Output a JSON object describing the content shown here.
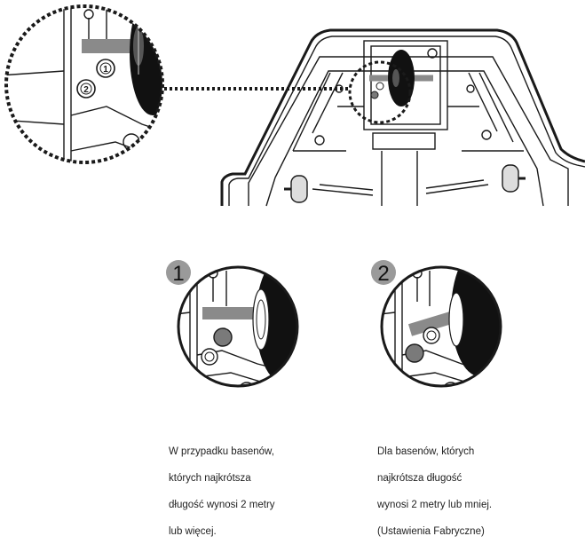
{
  "options": [
    {
      "number": "1",
      "caption_lines": [
        "W przypadku basenów,",
        "których najkrótsza",
        "długość wynosi 2 metry",
        "lub więcej."
      ]
    },
    {
      "number": "2",
      "caption_lines": [
        "Dla basenów, których",
        "najkrótsza długość",
        "wynosi 2 metry lub mniej.",
        "(Ustawienia Fabryczne)"
      ]
    }
  ],
  "callout_labels": [
    "1",
    "2"
  ],
  "colors": {
    "line": "#1a1a1a",
    "wheel": "#111111",
    "axle": "#8a8a8a",
    "badge": "#9a9a9a",
    "peg": "#7a7a7a",
    "background": "#ffffff"
  }
}
